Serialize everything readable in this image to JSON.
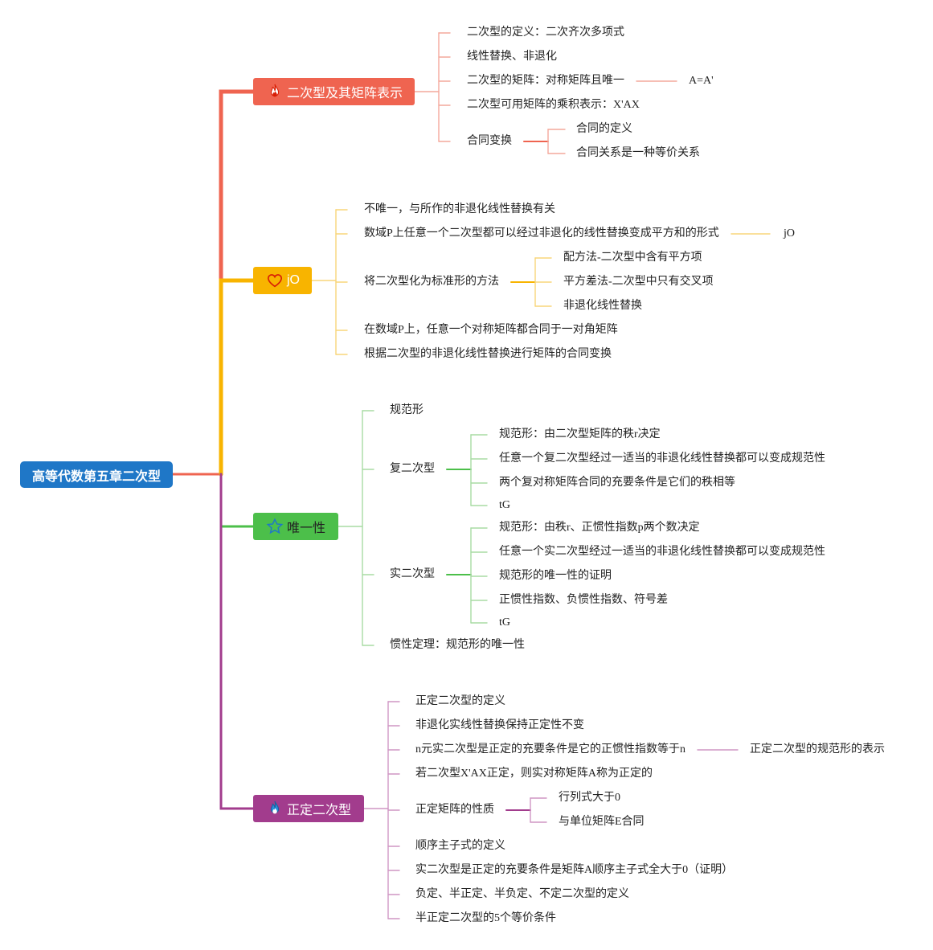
{
  "root": {
    "label": "高等代数第五章二次型"
  },
  "branches": [
    {
      "label": "二次型及其矩阵表示",
      "icon": "fire-icon",
      "color": "#ef6450",
      "items": [
        "二次型的定义：二次齐次多项式",
        "线性替换、非退化",
        "二次型的矩阵：对称矩阵且唯一",
        "A=A'",
        "二次型可用矩阵的乘积表示：X'AX",
        "合同变换",
        "合同的定义",
        "合同关系是一种等价关系"
      ]
    },
    {
      "label": "jO",
      "icon": "heart-icon",
      "color": "#f8b400",
      "items": [
        "不唯一，与所作的非退化线性替换有关",
        "数域P上任意一个二次型都可以经过非退化的线性替换变成平方和的形式",
        "jO",
        "将二次型化为标准形的方法",
        "配方法-二次型中含有平方项",
        "平方差法-二次型中只有交叉项",
        "非退化线性替换",
        "在数域P上，任意一个对称矩阵都合同于一对角矩阵",
        "根据二次型的非退化线性替换进行矩阵的合同变换"
      ]
    },
    {
      "label": "唯一性",
      "icon": "star-icon",
      "color": "#4cbf4a",
      "items": [
        "规范形",
        "复二次型",
        "规范形：由二次型矩阵的秩r决定",
        "任意一个复二次型经过一适当的非退化线性替换都可以变成规范性",
        "两个复对称矩阵合同的充要条件是它们的秩相等",
        "tG",
        "实二次型",
        "规范形：由秩r、正惯性指数p两个数决定",
        "任意一个实二次型经过一适当的非退化线性替换都可以变成规范性",
        "规范形的唯一性的证明",
        "正惯性指数、负惯性指数、符号差",
        "tG",
        "惯性定理：规范形的唯一性"
      ]
    },
    {
      "label": "正定二次型",
      "icon": "fire-icon",
      "color": "#a23c8d",
      "items": [
        "正定二次型的定义",
        "非退化实线性替换保持正定性不变",
        "n元实二次型是正定的充要条件是它的正惯性指数等于n",
        "正定二次型的规范形的表示",
        "若二次型X'AX正定，则实对称矩阵A称为正定的",
        "正定矩阵的性质",
        "行列式大于0",
        "与单位矩阵E合同",
        "顺序主子式的定义",
        "实二次型是正定的充要条件是矩阵A顺序主子式全大于0（证明）",
        "负定、半正定、半负定、不定二次型的定义",
        "半正定二次型的5个等价条件"
      ]
    }
  ]
}
